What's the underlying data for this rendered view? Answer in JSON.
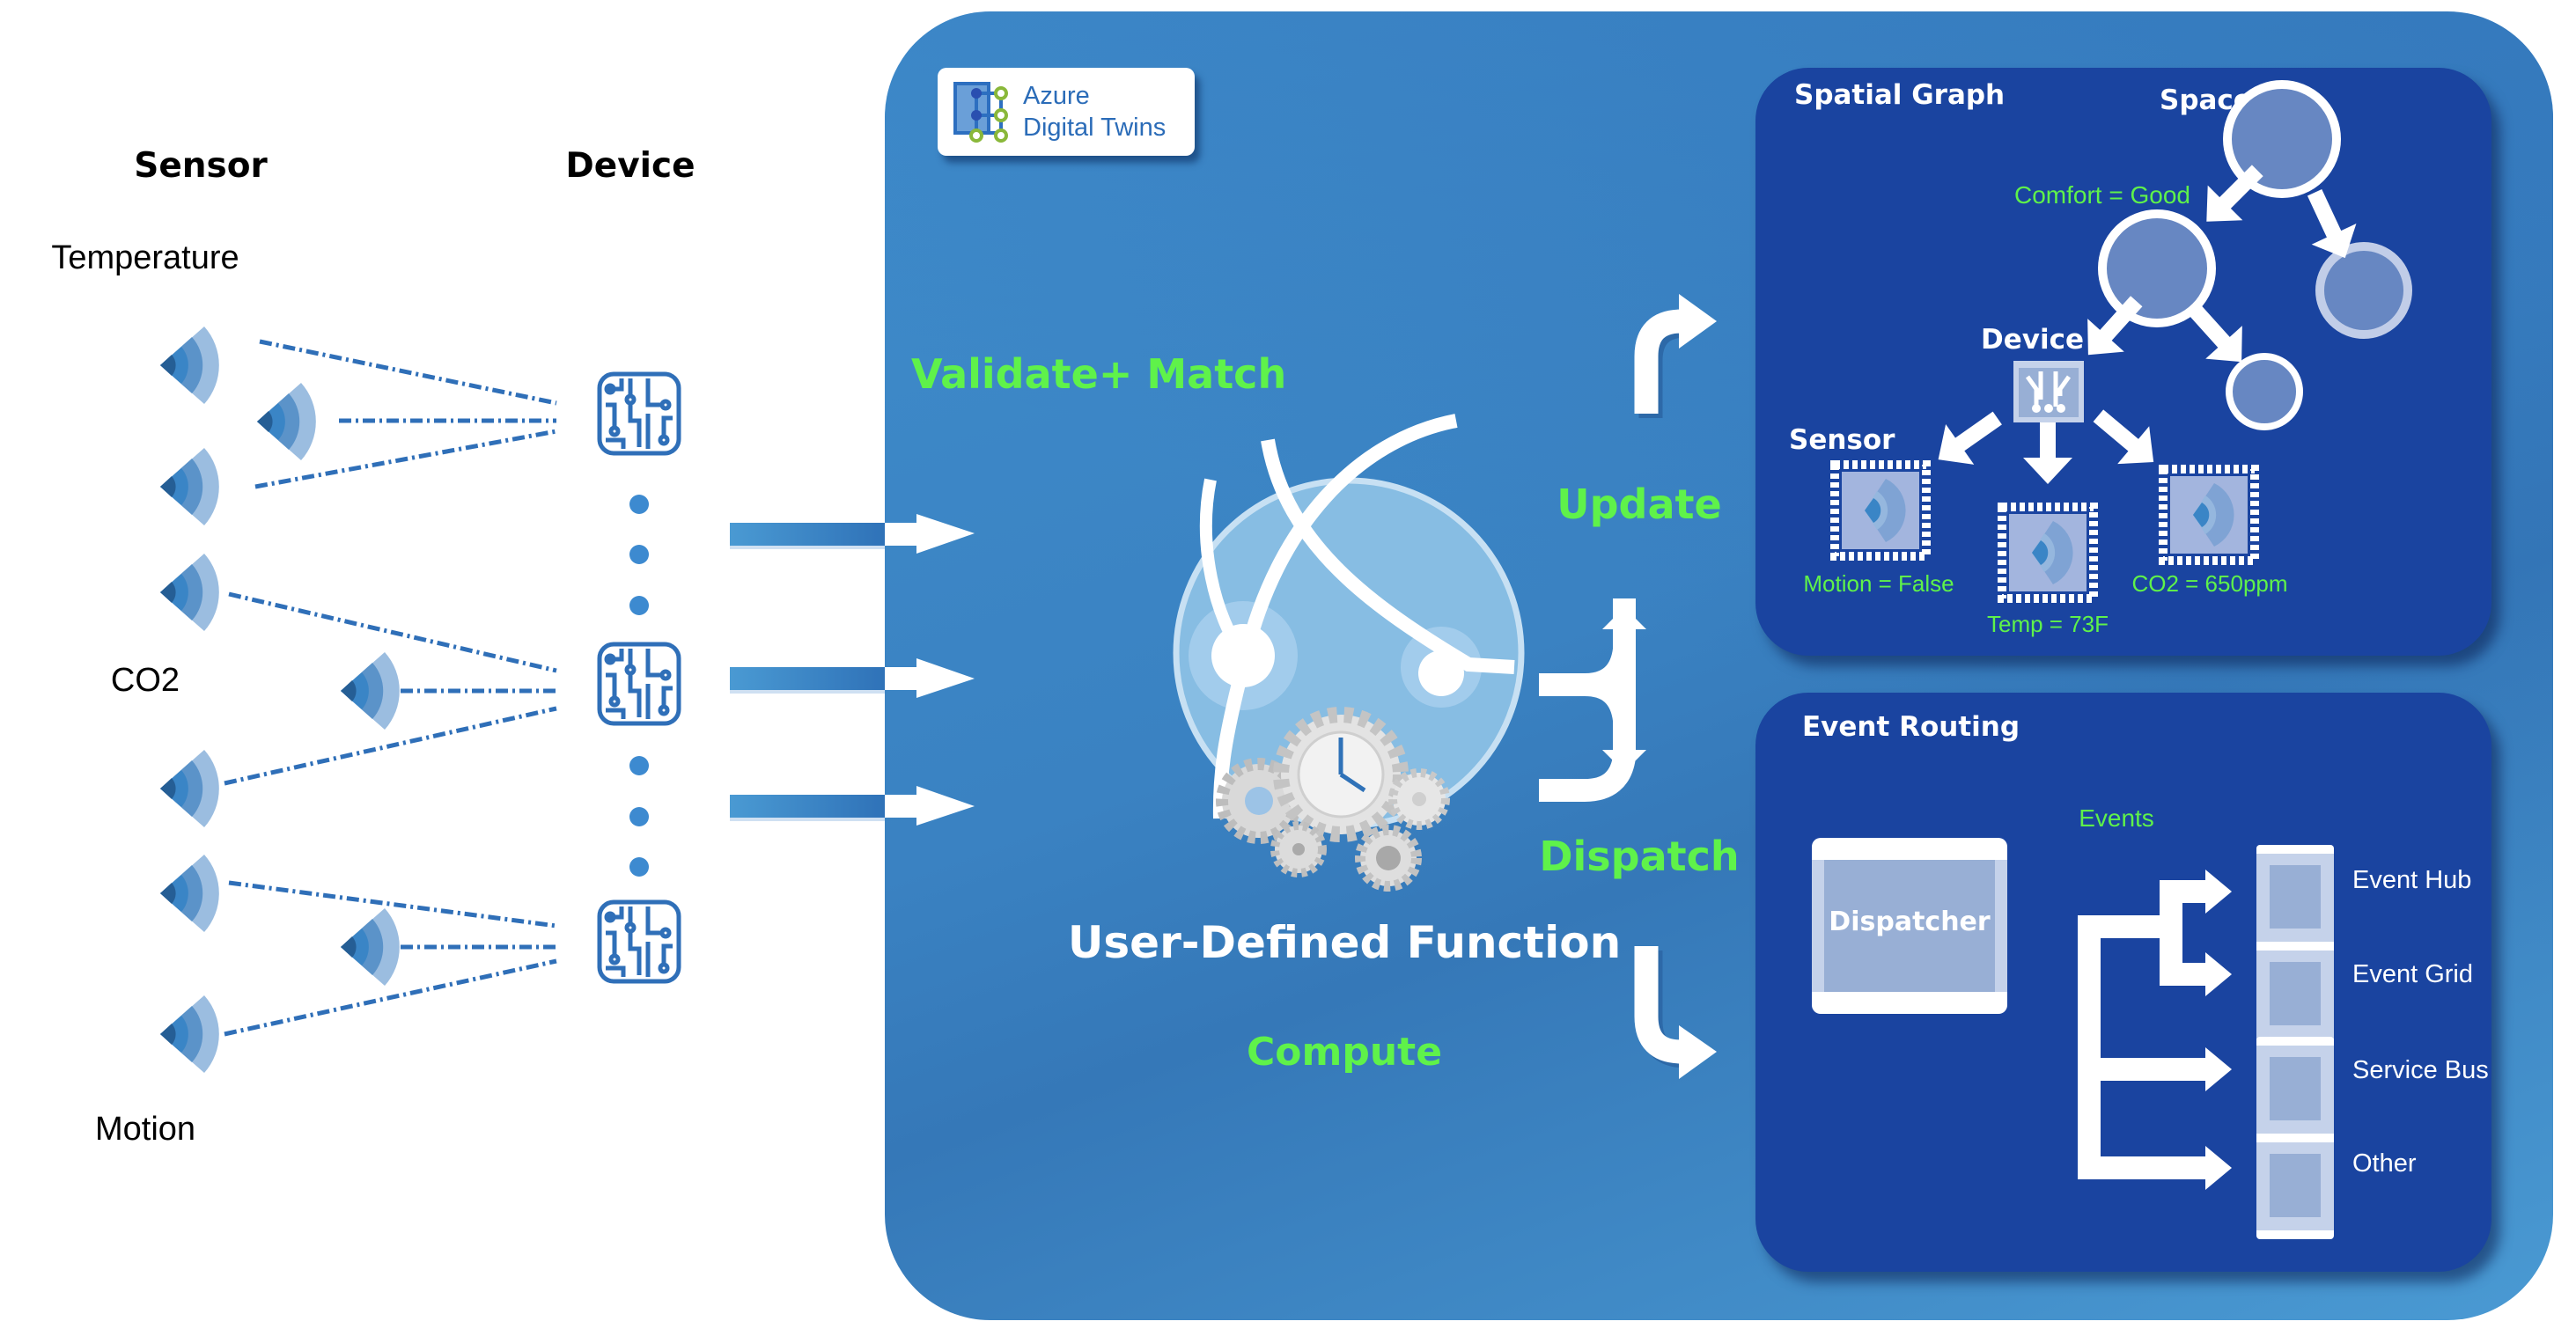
{
  "left": {
    "sensor_header": "Sensor",
    "device_header": "Device",
    "sensor_groups": [
      {
        "label": "Temperature"
      },
      {
        "label": "CO2"
      },
      {
        "label": "Motion"
      }
    ]
  },
  "main": {
    "logo": {
      "line1": "Azure",
      "line2": "Digital Twins"
    },
    "validate_label": "Validate+ Match",
    "udf_label": "User-Defined Function",
    "compute_label": "Compute",
    "update_label": "Update",
    "dispatch_label": "Dispatch"
  },
  "spatial_graph": {
    "title": "Spatial Graph",
    "space_label": "Space",
    "comfort_label": "Comfort = Good",
    "device_label": "Device",
    "sensor_label": "Sensor",
    "sensors": [
      {
        "value": "Motion = False"
      },
      {
        "value": "Temp = 73F"
      },
      {
        "value": "CO2 = 650ppm"
      }
    ]
  },
  "event_routing": {
    "title": "Event Routing",
    "dispatcher_label": "Dispatcher",
    "events_label": "Events",
    "targets": [
      {
        "label": "Event Hub"
      },
      {
        "label": "Event Grid"
      },
      {
        "label": "Service Bus"
      },
      {
        "label": "Other"
      }
    ]
  },
  "colors": {
    "accent_green": "#5ff24a",
    "panel_blue": "#3f8ccb",
    "dark_panel": "#1a44a0",
    "icon_blue": "#2f6fb8"
  }
}
